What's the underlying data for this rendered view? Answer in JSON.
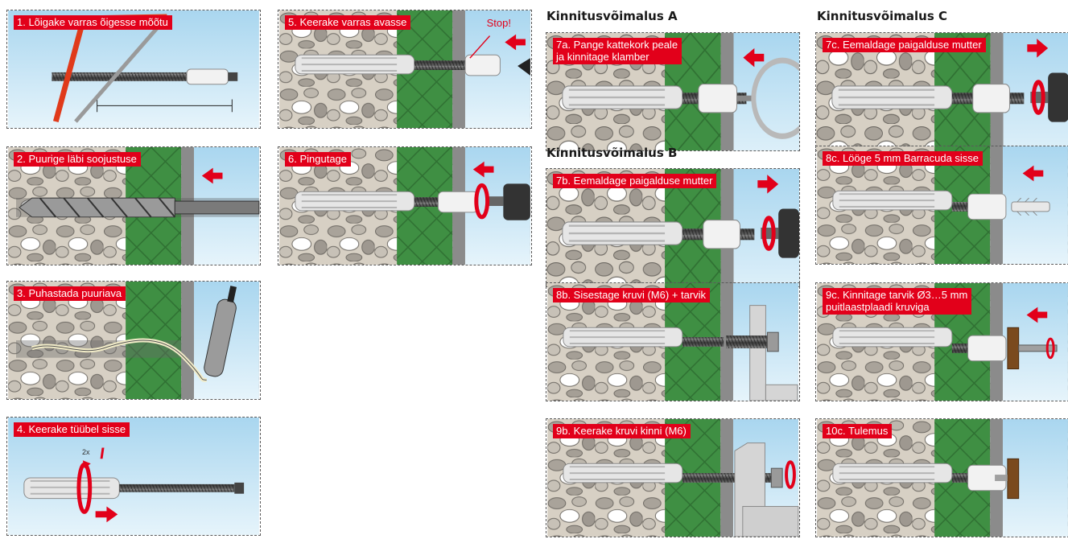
{
  "headings": {
    "option_a": "Kinnitusvõimalus A",
    "option_b": "Kinnitusvõimalus B",
    "option_c": "Kinnitusvõimalus C"
  },
  "steps": {
    "s1": {
      "label": "1. Lõigake varras õigesse mõõtu",
      "icon": "saw-icon"
    },
    "s2": {
      "label": "2. Puurige läbi soojustuse",
      "icon": "drill-bit-icon"
    },
    "s3": {
      "label": "3. Puhastada puuriava",
      "icon": "blow-out-pump-icon"
    },
    "s4": {
      "label": "4. Keerake tüübel sisse",
      "icon": "rotation-arrow-icon",
      "turns": "2x"
    },
    "s5": {
      "label": "5. Keerake varras avasse",
      "stop": "Stop!",
      "icon": "stop-arrow-icon"
    },
    "s6": {
      "label": "6. Pingutage",
      "icon": "drill-icon"
    },
    "s7a": {
      "label": "7a. Pange kattekork peale\nja kinnitage klamber",
      "icon": "pipe-clamp-icon"
    },
    "s7b": {
      "label": "7b. Eemaldage paigalduse mutter",
      "icon": "drill-icon"
    },
    "s8b": {
      "label": "8b. Sisestage kruvi (M6) + tarvik",
      "icon": "mounting-bracket-icon"
    },
    "s9b": {
      "label": "9b. Keerake kruvi kinni (M6)",
      "icon": "rotation-arrow-icon"
    },
    "s7c": {
      "label": "7c. Eemaldage paigalduse mutter",
      "icon": "drill-icon"
    },
    "s8c": {
      "label": "8c. Lööge 5 mm Barracuda sisse",
      "icon": "nail-plug-icon"
    },
    "s9c": {
      "label": "9c. Kinnitage tarvik Ø3…5 mm\npuitlaastplaadi kruviga",
      "icon": "chipboard-screw-icon"
    },
    "s10c": {
      "label": "10c. Tulemus",
      "icon": "result-icon"
    }
  },
  "colors": {
    "label_bg": "#e2001a",
    "insulation": "#3f8a3f",
    "stone_bg": "#cfc8bc",
    "sky": "#c9e6f5"
  }
}
